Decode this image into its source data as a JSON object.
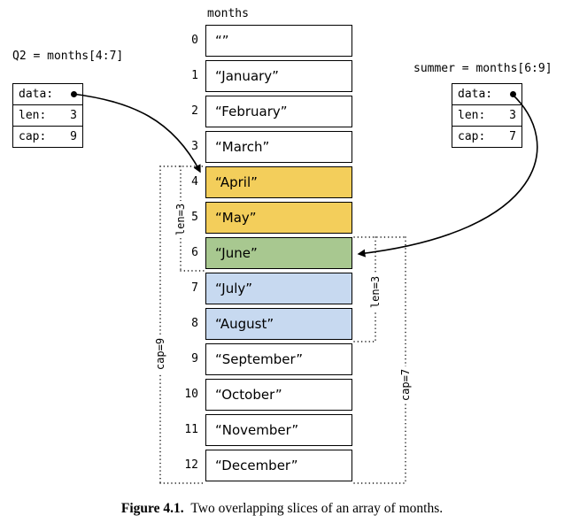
{
  "array": {
    "label": "months",
    "cells": [
      {
        "index": "0",
        "value": "“”",
        "highlight": "white"
      },
      {
        "index": "1",
        "value": "“January”",
        "highlight": "white"
      },
      {
        "index": "2",
        "value": "“February”",
        "highlight": "white"
      },
      {
        "index": "3",
        "value": "“March”",
        "highlight": "white"
      },
      {
        "index": "4",
        "value": "“April”",
        "highlight": "yellow"
      },
      {
        "index": "5",
        "value": "“May”",
        "highlight": "yellow"
      },
      {
        "index": "6",
        "value": "“June”",
        "highlight": "green"
      },
      {
        "index": "7",
        "value": "“July”",
        "highlight": "blue"
      },
      {
        "index": "8",
        "value": "“August”",
        "highlight": "blue"
      },
      {
        "index": "9",
        "value": "“September”",
        "highlight": "white"
      },
      {
        "index": "10",
        "value": "“October”",
        "highlight": "white"
      },
      {
        "index": "11",
        "value": "“November”",
        "highlight": "white"
      },
      {
        "index": "12",
        "value": "“December”",
        "highlight": "white"
      }
    ]
  },
  "q2_slice": {
    "title": "Q2 = months[4:7]",
    "data_label": "data:",
    "len_label": "len:",
    "len_value": "3",
    "cap_label": "cap:",
    "cap_value": "9"
  },
  "summer_slice": {
    "title": "summer = months[6:9]",
    "data_label": "data:",
    "len_label": "len:",
    "len_value": "3",
    "cap_label": "cap:",
    "cap_value": "7"
  },
  "brackets": {
    "q2_len": "len=3",
    "q2_cap": "cap=9",
    "summer_len": "len=3",
    "summer_cap": "cap=7"
  },
  "caption": {
    "label": "Figure 4.1.",
    "text": "Two overlapping slices of an array of months."
  },
  "colors": {
    "yellow": "#F3CE5B",
    "green": "#A8C890",
    "blue": "#C7D9F0",
    "white": "#FFFFFF"
  }
}
